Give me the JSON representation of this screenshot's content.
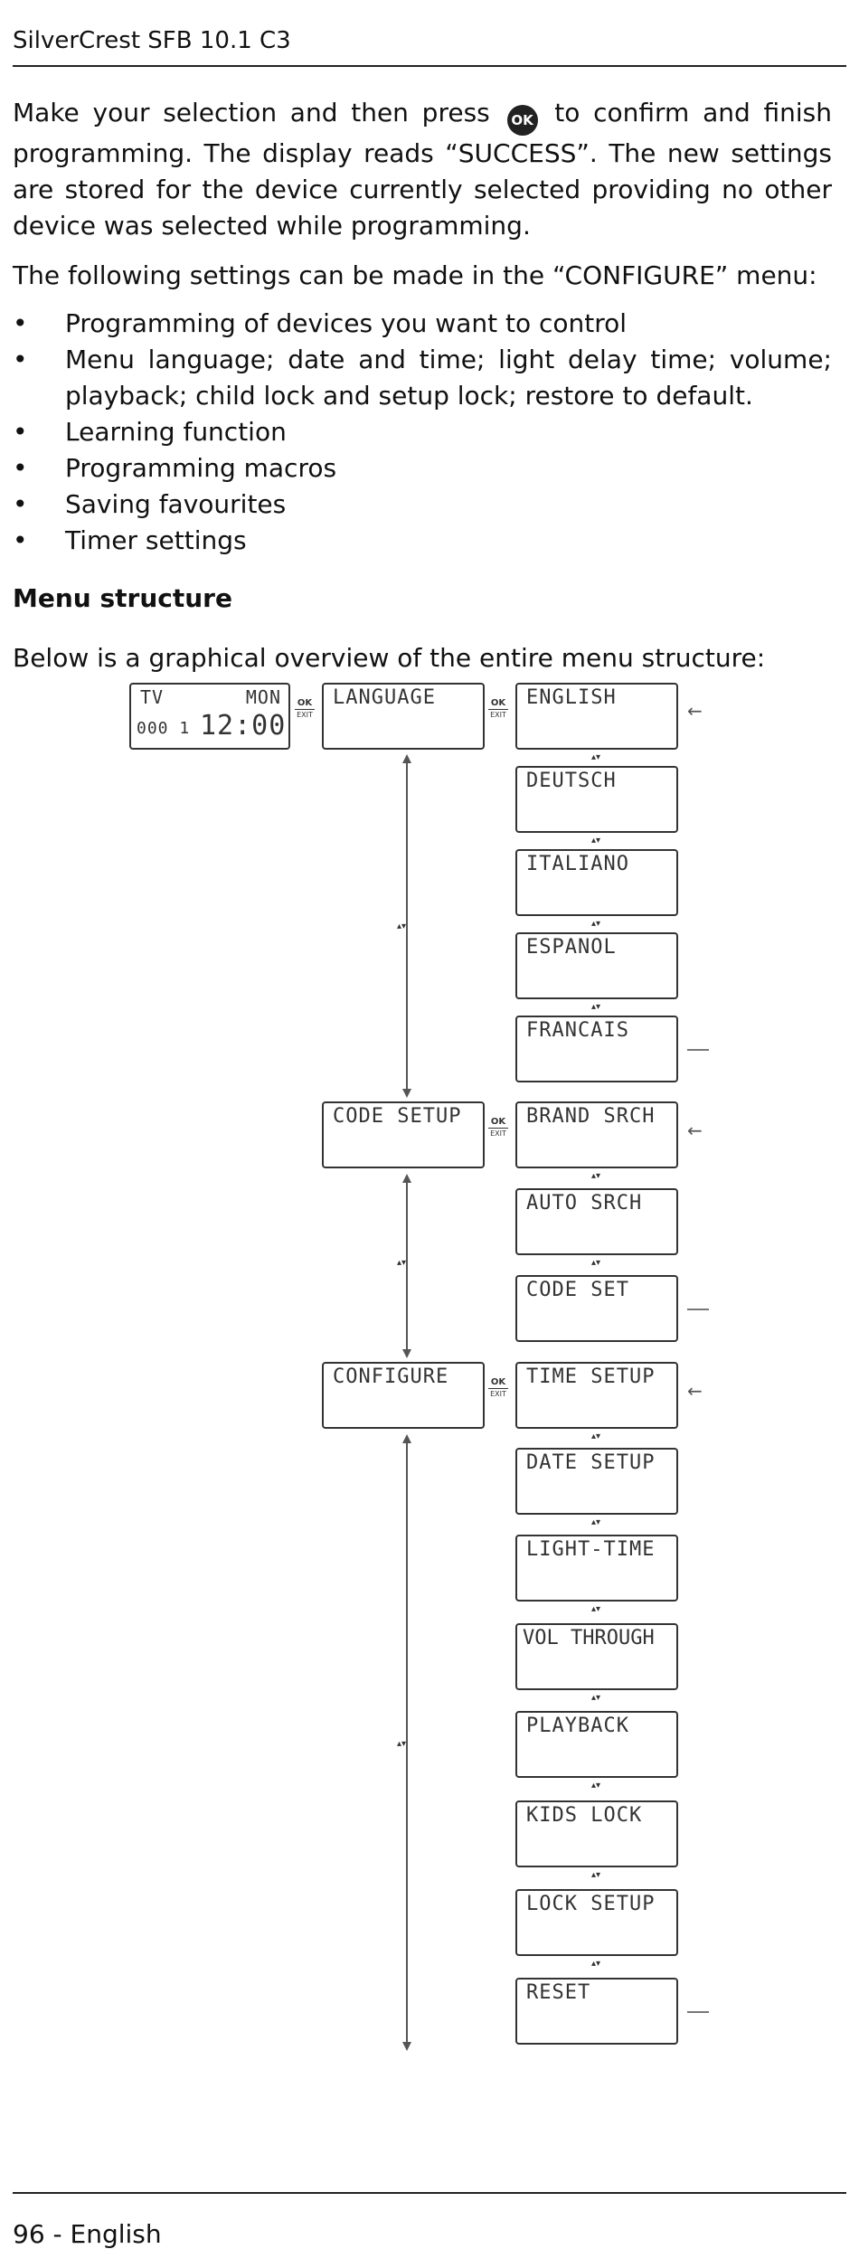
{
  "header": {
    "title": "SilverCrest SFB 10.1 C3"
  },
  "intro": {
    "text_before_icon": "Make your selection and then press",
    "ok_icon_label": "OK",
    "text_after_icon": "to confirm and finish programming. The display reads “SUCCESS”. The new settings are stored for the device currently selected providing no other device was selected while programming."
  },
  "configure_intro": "The following settings can be made in the “CONFIGURE” menu:",
  "bullets": [
    "Programming of devices you want to control",
    "Menu language; date and time; light delay time; volume; playback; child lock and setup lock; restore to default.",
    "Learning function",
    "Programming macros",
    "Saving favourites",
    "Timer settings"
  ],
  "section_title": "Menu structure",
  "section_intro": "Below is a graphical overview of the entire menu structure:",
  "diagram": {
    "start_display": {
      "device": "TV",
      "day": "MON",
      "code": "000 1",
      "time": "12:00"
    },
    "ok_label": "OK",
    "exit_label": "EXIT",
    "updown_glyph": "▴▾",
    "main_menu": [
      "LANGUAGE",
      "CODE SETUP",
      "CONFIGURE"
    ],
    "language_items": [
      "ENGLISH",
      "DEUTSCH",
      "ITALIANO",
      "ESPANOL",
      "FRANCAIS"
    ],
    "code_setup_items": [
      "BRAND SRCH",
      "AUTO SRCH",
      "CODE SET"
    ],
    "configure_items": [
      "TIME SETUP",
      "DATE SETUP",
      "LIGHT-TIME",
      "VOL THROUGH",
      "PLAYBACK",
      "KIDS LOCK",
      "LOCK SETUP",
      "RESET"
    ]
  },
  "footer": {
    "page": "96 - English"
  }
}
